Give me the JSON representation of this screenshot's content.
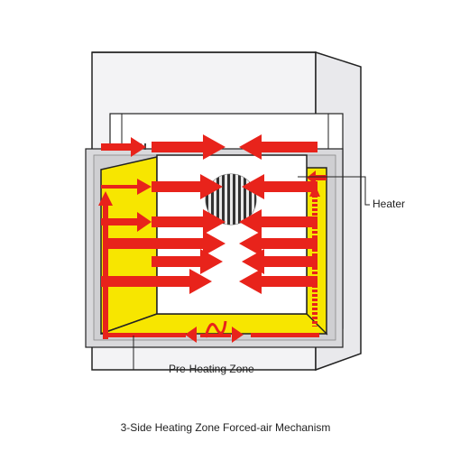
{
  "labels": {
    "heater": "Heater",
    "pre_heating_zone": "Pre-Heating Zone"
  },
  "caption": "3-Side Heating Zone Forced-air Mechanism",
  "colors": {
    "airflow_arrow": "#e8231b",
    "heating_wall": "#f7e600",
    "outer_cabinet": "#efeff1",
    "inner_chamber": "#ffffff",
    "outline": "#222222"
  },
  "icons": {
    "heater": "circular-fan-grille"
  }
}
